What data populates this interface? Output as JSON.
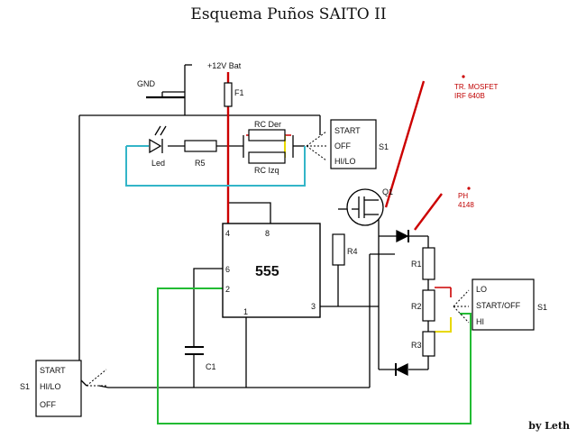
{
  "title": "Esquema Puños SAITO II",
  "byline": "by Leth",
  "labels": {
    "gnd": "GND",
    "bat": "+12V Bat",
    "fuse": "F1",
    "rc_der": "RC Der",
    "rc_izq": "RC Izq",
    "led": "Led",
    "r5": "R5",
    "r4": "R4",
    "r1": "R1",
    "r2": "R2",
    "r3": "R3",
    "c1": "C1",
    "q1": "Q1",
    "ic": "555",
    "pin4": "4",
    "pin8": "8",
    "pin6": "6",
    "pin2": "2",
    "pin1": "1",
    "pin3": "3",
    "mosfet_note_1": "TR. MOSFET",
    "mosfet_note_2": "IRF 640B",
    "diode_note_1": "PH",
    "diode_note_2": "4148"
  },
  "switch_top": {
    "lines": [
      "START",
      "OFF",
      "HI/LO"
    ],
    "name": "S1"
  },
  "switch_right": {
    "lines": [
      "LO",
      "START/OFF",
      "HI"
    ],
    "name": "S1"
  },
  "switch_left": {
    "lines": [
      "START",
      "HI/LO",
      "OFF"
    ],
    "name": "S1"
  },
  "colors": {
    "red": "#cc0000",
    "cyan": "#33b5c8",
    "green": "#22bb33",
    "yellow": "#e8d800",
    "black": "#000000"
  }
}
